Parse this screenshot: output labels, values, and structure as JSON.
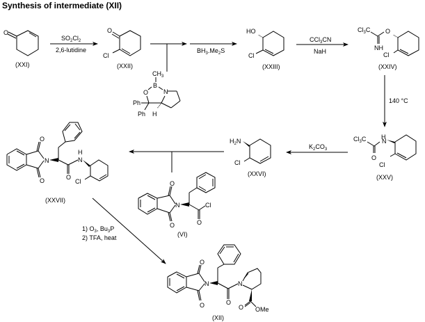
{
  "title": "Synthesis of intermediate (XII)",
  "compounds": {
    "xxi": {
      "label": "(XXI)"
    },
    "xxii": {
      "label": "(XXII)"
    },
    "xxiii": {
      "label": "(XXIII)"
    },
    "xxiv": {
      "label": "(XXIV)"
    },
    "xxv": {
      "label": "(XXV)"
    },
    "xxvi": {
      "label": "(XXVI)"
    },
    "xxvii": {
      "label": "(XXVII)"
    },
    "vi": {
      "label": "(VI)"
    },
    "xii": {
      "label": "(XII)"
    }
  },
  "atoms": {
    "O": "O",
    "Cl": "Cl",
    "HO": "HO",
    "N": "N",
    "NH": "NH",
    "H": "H",
    "B": "B",
    "Ph": "Ph",
    "CH": "CH",
    "sub3": "3",
    "sub2": "2",
    "Cl3C_Cl": "Cl",
    "Cl3C_C": "C",
    "H2N_H": "H",
    "OMe": "OMe"
  },
  "reagents": {
    "step1_top": {
      "main": "SO",
      "s1": "2",
      "mid": "Cl",
      "s2": "2"
    },
    "step1_bottom": "2,6-lutidine",
    "step2_bottom": {
      "a": "BH",
      "s1": "3",
      "b": ".Me",
      "s2": "2",
      "c": "S"
    },
    "step3_top": {
      "a": "CCl",
      "s1": "3",
      "b": "CN"
    },
    "step3_bottom": "NaH",
    "step4": "140 °C",
    "step5": {
      "a": "K",
      "s1": "2",
      "b": "CO",
      "s2": "3"
    },
    "step7_line1": {
      "a": "1) O",
      "s1": "3",
      "b": ", Bu",
      "s2": "3",
      "c": "P"
    },
    "step7_line2": "2) TFA, heat"
  }
}
